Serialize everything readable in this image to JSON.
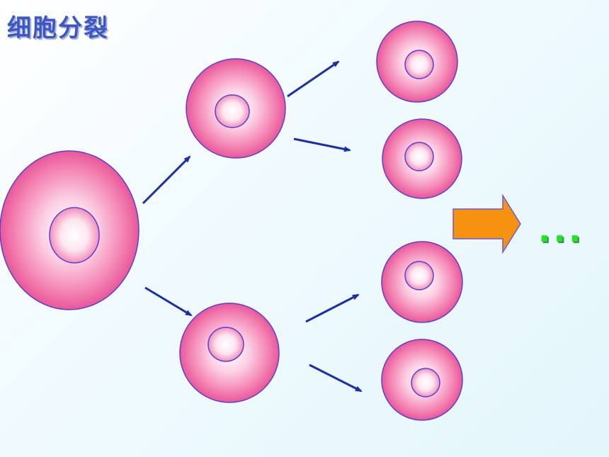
{
  "slide": {
    "title": "细胞分裂",
    "ellipsis": "..."
  },
  "colors": {
    "title": "#3b57c7",
    "cell_fill_inner": "#ffffff",
    "cell_fill_outer": "#ee5b9c",
    "cell_outline": "#5a3fd6",
    "arrow": "#1b2fa8",
    "big_arrow_fill": "#f79211",
    "ellipsis": "#22e22a"
  },
  "diagram": {
    "stages": [
      {
        "generation": 1,
        "cells": 1
      },
      {
        "generation": 2,
        "cells": 2
      },
      {
        "generation": 3,
        "cells": 4
      }
    ],
    "continues": true
  }
}
